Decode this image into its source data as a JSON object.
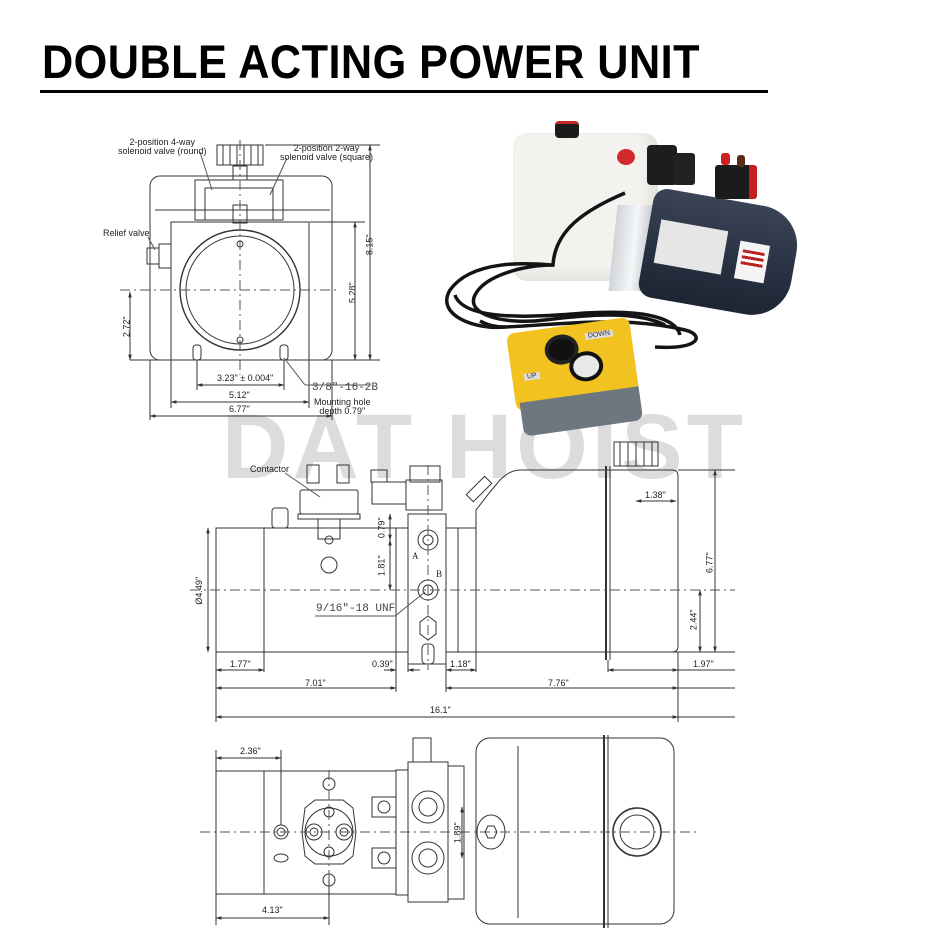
{
  "header": {
    "title": "DOUBLE ACTING POWER UNIT"
  },
  "watermark": {
    "text": "DAT HOIST",
    "color": "#dcdcdc"
  },
  "front_view": {
    "callouts": {
      "valve_round": "2-position 4-way\nsolenoid valve (round)",
      "valve_round_line1": "2-position 4-way",
      "valve_round_line2": "solenoid valve (round)",
      "valve_square_line1": "2-position 2-way",
      "valve_square_line2": "solenoid valve (square)",
      "relief_valve": "Relief valve",
      "thread": "3/8\"-16-2B",
      "mounting_line1": "Mounting hole",
      "mounting_line2": "depth 0.79\""
    },
    "dimensions": {
      "overall_height": "8.15\"",
      "motor_height": "5.28\"",
      "center_height": "2.72\"",
      "hole_spacing": "3.23\" ± 0.004\"",
      "base_width": "5.12\"",
      "overall_width": "6.77\""
    }
  },
  "side_view": {
    "callouts": {
      "contactor": "Contactor",
      "port_a": "A",
      "port_b": "B",
      "port_thread": "9/16\"-18 UNF"
    },
    "dimensions": {
      "motor_diameter": "Ø4.49\"",
      "port_a_offset": "0.79\"",
      "port_spacing": "1.81\"",
      "motor_end": "1.77\"",
      "flange": "0.39\"",
      "adapter": "1.18\"",
      "cap_offset": "1.38\"",
      "tank_height": "6.77\"",
      "tank_center": "2.44\"",
      "tank_end": "1.97\"",
      "motor_length": "7.01\"",
      "tank_length": "7.76\"",
      "overall_length": "16.1\""
    }
  },
  "top_view": {
    "dimensions": {
      "terminal_offset": "2.36\"",
      "contactor_offset": "4.13\"",
      "port_spacing": "1.89\""
    }
  },
  "photo": {
    "tank_color": "#f3f2ee",
    "motor_color": "#2d3646",
    "remote_color": "#f2c320",
    "remote_base_color": "#6e7680",
    "remote_labels": [
      "UP",
      "DOWN"
    ]
  }
}
